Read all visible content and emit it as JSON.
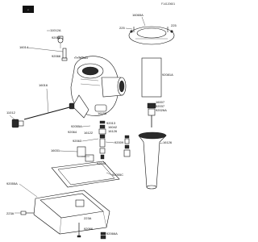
{
  "header": {
    "ref_code": "F14120601"
  },
  "emblem": {
    "text": "KAWASAKI"
  },
  "callouts": [
    {
      "id": "c1",
      "text": "11012A"
    },
    {
      "id": "c2",
      "text": "92066"
    },
    {
      "id": "c3",
      "text": "16014"
    },
    {
      "id": "c4",
      "text": "92066"
    },
    {
      "id": "c5",
      "text": "92081"
    },
    {
      "id": "c6",
      "text": "11012"
    },
    {
      "id": "c7",
      "text": "16016"
    },
    {
      "id": "c8",
      "text": "16158"
    },
    {
      "id": "c9",
      "text": "92013"
    },
    {
      "id": "c10",
      "text": "16042"
    },
    {
      "id": "c11",
      "text": "16126"
    },
    {
      "id": "c12",
      "text": "92055A"
    },
    {
      "id": "c13",
      "text": "92063"
    },
    {
      "id": "c14",
      "text": "16031"
    },
    {
      "id": "c15",
      "text": "92043"
    },
    {
      "id": "c16",
      "text": "92009"
    },
    {
      "id": "c17",
      "text": "92055C"
    },
    {
      "id": "c18",
      "text": "92055A"
    },
    {
      "id": "c19",
      "text": "223A"
    },
    {
      "id": "c20",
      "text": "223A"
    },
    {
      "id": "c21",
      "text": "92066"
    },
    {
      "id": "c22",
      "text": "92066A"
    },
    {
      "id": "c23",
      "text": "16065A"
    },
    {
      "id": "c24",
      "text": "225"
    },
    {
      "id": "c25",
      "text": "225"
    },
    {
      "id": "c26",
      "text": "92081A"
    },
    {
      "id": "c27",
      "text": "16007"
    },
    {
      "id": "c28",
      "text": "92037"
    },
    {
      "id": "c29",
      "text": "92026A"
    },
    {
      "id": "c30",
      "text": "16126"
    },
    {
      "id": "c31",
      "text": "92064"
    },
    {
      "id": "c32",
      "text": "16122"
    }
  ]
}
